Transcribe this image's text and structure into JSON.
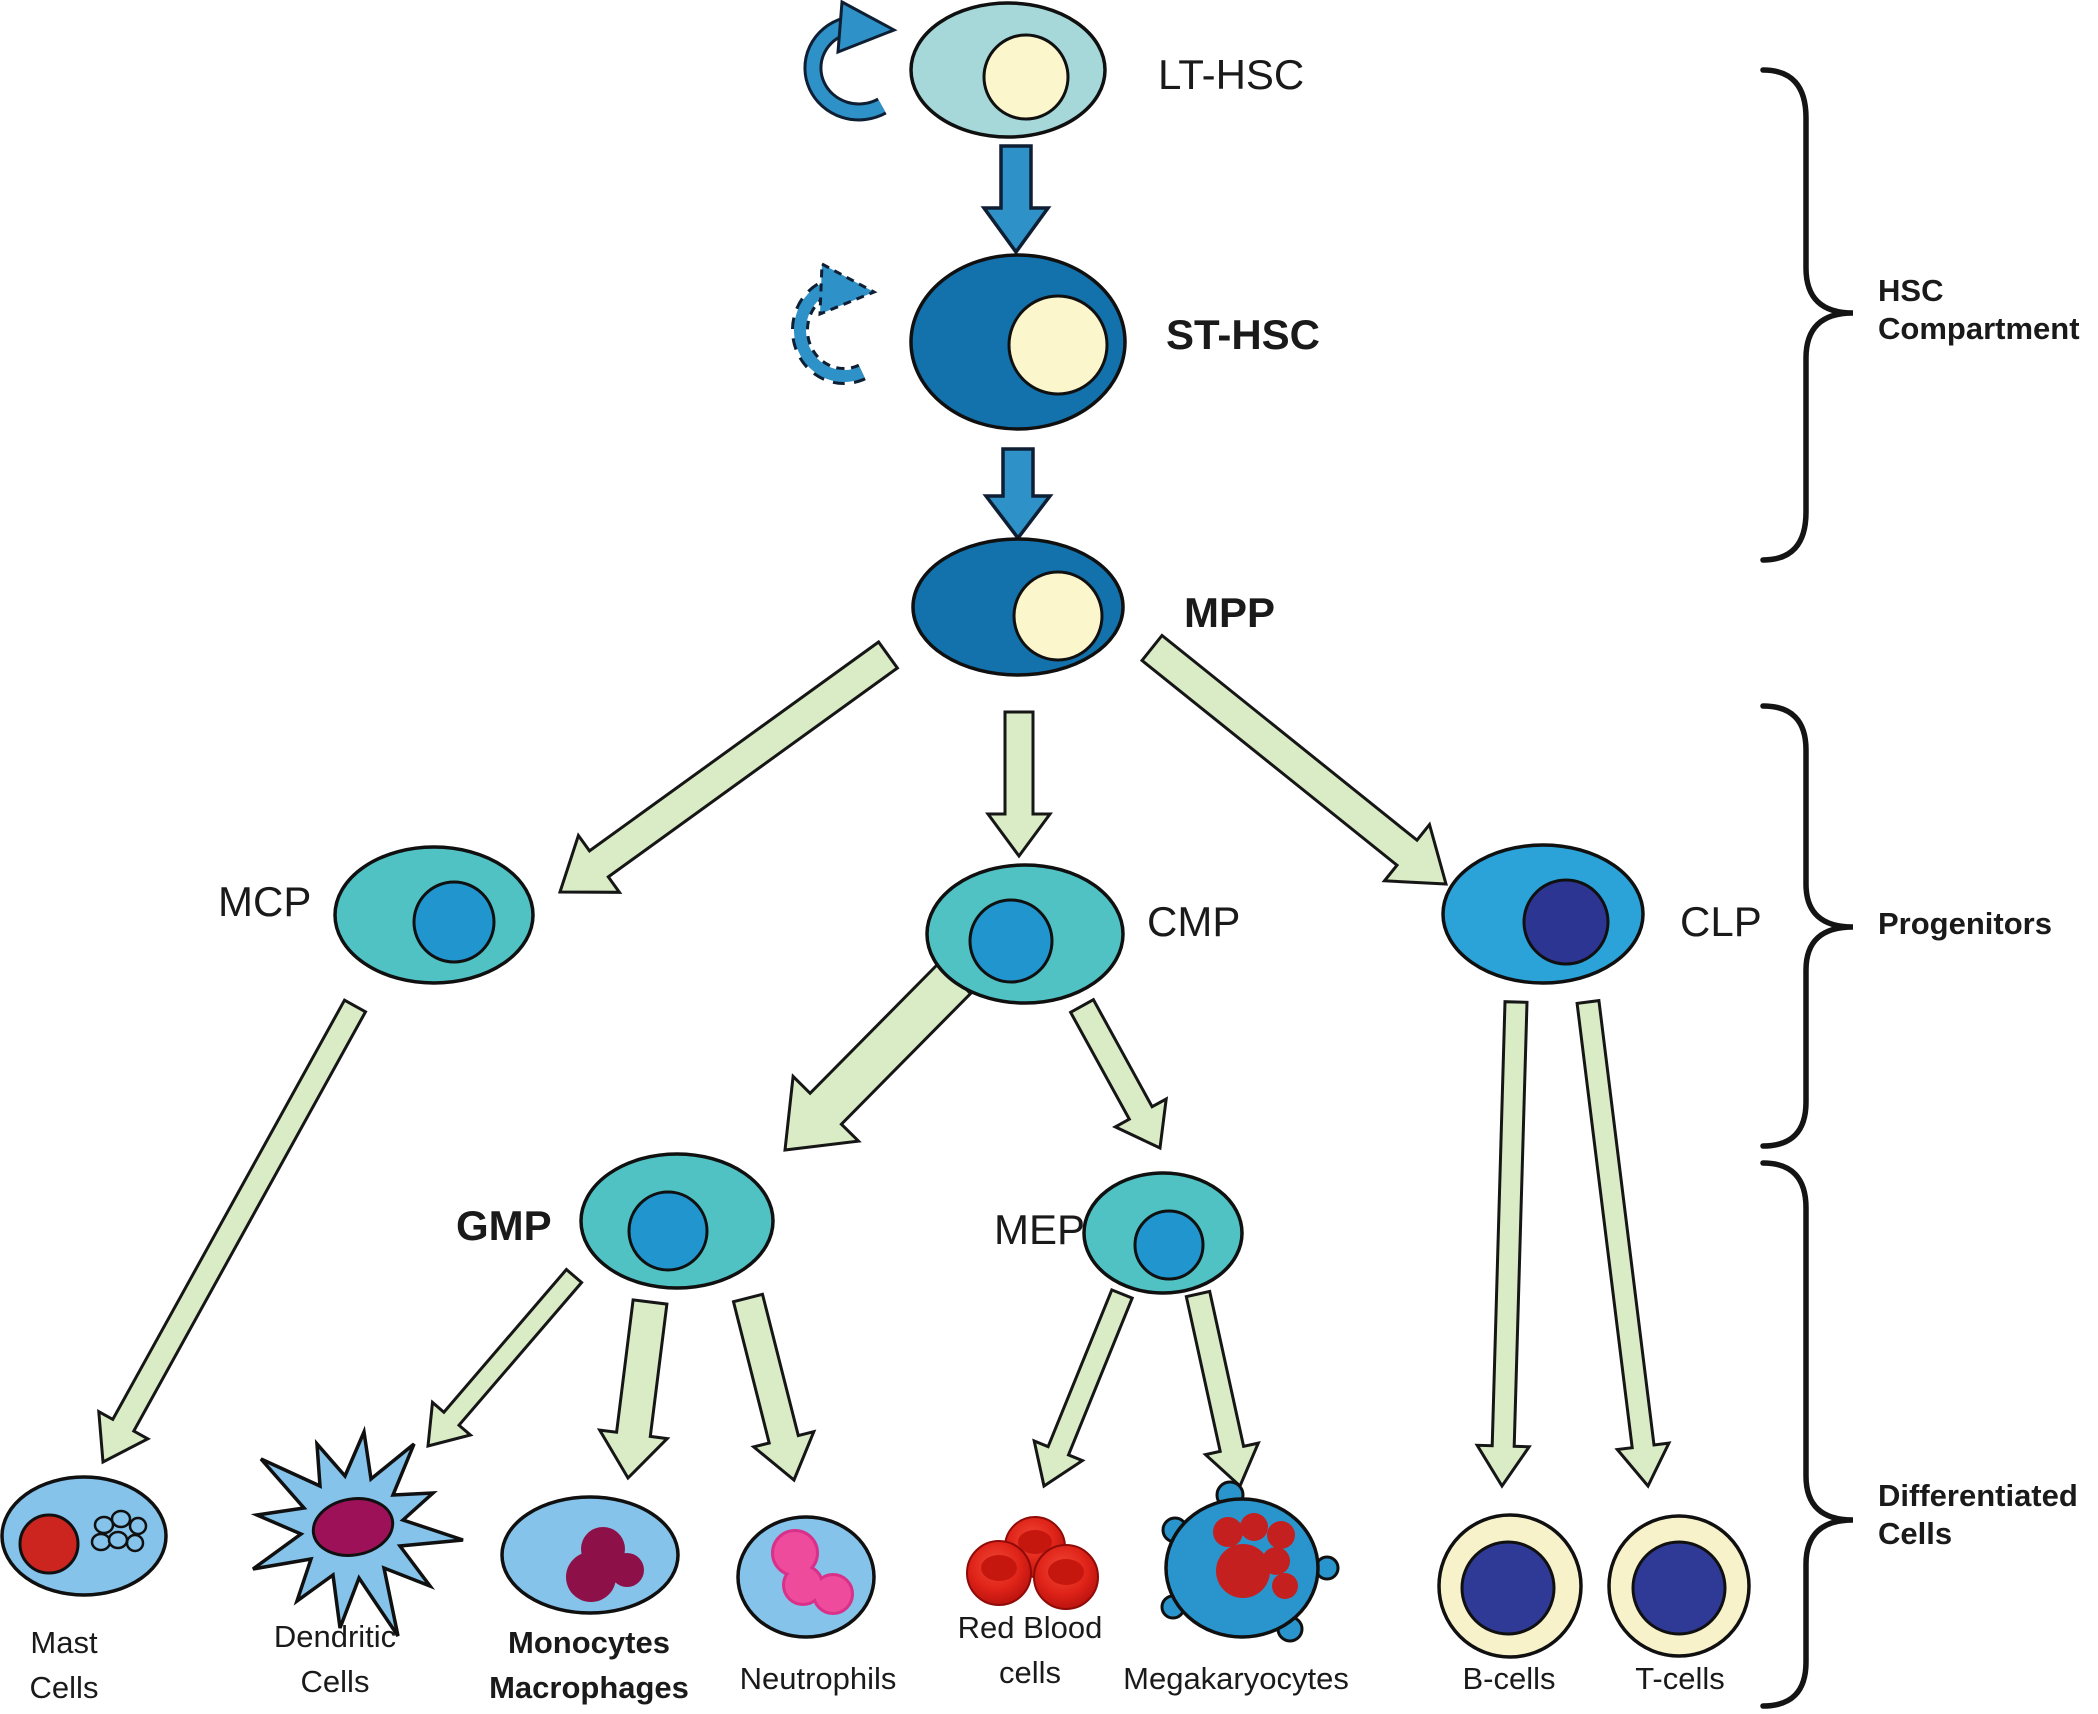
{
  "figure_type": "hematopoiesis-differentiation-diagram",
  "nodes": {
    "lt_hsc": {
      "label": "LT-HSC"
    },
    "st_hsc": {
      "label": "ST-HSC"
    },
    "mpp": {
      "label": "MPP"
    },
    "mcp": {
      "label": "MCP"
    },
    "cmp": {
      "label": "CMP"
    },
    "clp": {
      "label": "CLP"
    },
    "gmp": {
      "label": "GMP"
    },
    "mep": {
      "label": "MEP"
    },
    "mast_cells": {
      "label": "Mast\nCells"
    },
    "dendritic_cells": {
      "label": "Dendritic\nCells"
    },
    "monocytes_macrophages": {
      "label": "Monocytes\nMacrophages"
    },
    "neutrophils": {
      "label": "Neutrophils"
    },
    "red_blood_cells": {
      "label": "Red Blood\ncells"
    },
    "megakaryocytes": {
      "label": "Megakaryocytes"
    },
    "b_cells": {
      "label": "B-cells"
    },
    "t_cells": {
      "label": "T-cells"
    }
  },
  "groups": {
    "hsc_compartment": {
      "label": "HSC\nCompartment",
      "members": [
        "LT-HSC",
        "ST-HSC",
        "MPP"
      ]
    },
    "progenitors": {
      "label": "Progenitors",
      "members": [
        "MCP",
        "CMP",
        "GMP",
        "MEP",
        "CLP"
      ]
    },
    "differentiated_cells": {
      "label": "Differentiated\nCells",
      "members": [
        "Mast Cells",
        "Dendritic Cells",
        "Monocytes Macrophages",
        "Neutrophils",
        "Red Blood cells",
        "Megakaryocytes",
        "B-cells",
        "T-cells"
      ]
    }
  },
  "edges": [
    {
      "from": "LT-HSC",
      "to": "LT-HSC",
      "type": "self-renewal",
      "style": "solid"
    },
    {
      "from": "ST-HSC",
      "to": "ST-HSC",
      "type": "self-renewal",
      "style": "dashed"
    },
    {
      "from": "LT-HSC",
      "to": "ST-HSC",
      "type": "differentiation",
      "color": "blue"
    },
    {
      "from": "ST-HSC",
      "to": "MPP",
      "type": "differentiation",
      "color": "blue"
    },
    {
      "from": "MPP",
      "to": "MCP",
      "type": "differentiation",
      "color": "green"
    },
    {
      "from": "MPP",
      "to": "CMP",
      "type": "differentiation",
      "color": "green"
    },
    {
      "from": "MPP",
      "to": "CLP",
      "type": "differentiation",
      "color": "green"
    },
    {
      "from": "MCP",
      "to": "Mast Cells",
      "type": "differentiation",
      "color": "green"
    },
    {
      "from": "CMP",
      "to": "GMP",
      "type": "differentiation",
      "color": "green"
    },
    {
      "from": "CMP",
      "to": "MEP",
      "type": "differentiation",
      "color": "green"
    },
    {
      "from": "GMP",
      "to": "Dendritic Cells",
      "type": "differentiation",
      "color": "green"
    },
    {
      "from": "GMP",
      "to": "Monocytes Macrophages",
      "type": "differentiation",
      "color": "green"
    },
    {
      "from": "GMP",
      "to": "Neutrophils",
      "type": "differentiation",
      "color": "green"
    },
    {
      "from": "MEP",
      "to": "Red Blood cells",
      "type": "differentiation",
      "color": "green"
    },
    {
      "from": "MEP",
      "to": "Megakaryocytes",
      "type": "differentiation",
      "color": "green"
    },
    {
      "from": "CLP",
      "to": "B-cells",
      "type": "differentiation",
      "color": "green"
    },
    {
      "from": "CLP",
      "to": "T-cells",
      "type": "differentiation",
      "color": "green"
    }
  ],
  "colors": {
    "background": "#ffffff",
    "label_text": "#1a1a1a",
    "outline": "#101010",
    "lt_hsc_body": "#a6d8d9",
    "hsc_body": "#1371ac",
    "nucleus_cream": "#fbf6cb",
    "progenitor_body": "#50c2c4",
    "progenitor_nucleus": "#2095ce",
    "clp_body": "#2ba2d8",
    "clp_nucleus": "#2d3592",
    "blue_arrow": "#2e91c8",
    "blue_arrow_outline": "#0f1f33",
    "green_arrow": "#d9ecc6",
    "green_arrow_outline": "#161616",
    "differentiated_body": "#85c3ea",
    "mast_nucleus": "#cc2520",
    "dendritic_nucleus": "#9c1158",
    "monocyte_nucleus": "#8e1048",
    "neutrophil_nucleus": "#ef4b9d",
    "neutrophil_nucleus_outline": "#d9308a",
    "red_blood_cell": "#e02419",
    "megakaryocyte_body": "#2a95cc",
    "megakaryocyte_nucleus": "#c42020",
    "lymphocyte_ring": "#f8f2cb",
    "lymphocyte_nucleus": "#2e3a96"
  }
}
